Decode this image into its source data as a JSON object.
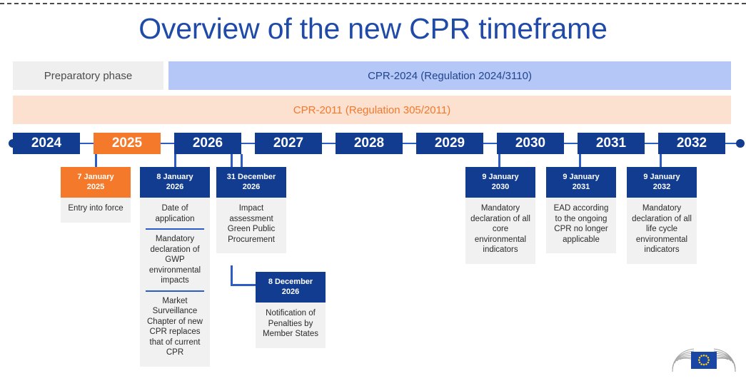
{
  "title": "Overview of the new CPR timeframe",
  "phases": [
    {
      "id": "prep",
      "label": "Preparatory phase"
    },
    {
      "id": "cpr2024",
      "label": "CPR-2024 (Regulation 2024/3110)"
    },
    {
      "id": "cpr2011",
      "label": "CPR-2011 (Regulation 305/2011)"
    }
  ],
  "years": [
    {
      "label": "2024",
      "accent": false
    },
    {
      "label": "2025",
      "accent": true
    },
    {
      "label": "2026",
      "accent": false
    },
    {
      "label": "2027",
      "accent": false
    },
    {
      "label": "2028",
      "accent": false
    },
    {
      "label": "2029",
      "accent": false
    },
    {
      "label": "2030",
      "accent": false
    },
    {
      "label": "2031",
      "accent": false
    },
    {
      "label": "2032",
      "accent": false
    }
  ],
  "events": [
    {
      "id": "entry-into-force",
      "date_line1": "7 January",
      "date_line2": "2025",
      "accent": true,
      "segments": [
        "Entry into force"
      ]
    },
    {
      "id": "date-of-application",
      "date_line1": "8 January",
      "date_line2": "2026",
      "accent": false,
      "segments": [
        "Date of application",
        "Mandatory declaration of GWP environmental impacts",
        "Market Surveillance Chapter of new CPR replaces that of current CPR"
      ]
    },
    {
      "id": "impact-assessment-gpp",
      "date_line1": "31 December",
      "date_line2": "2026",
      "accent": false,
      "segments": [
        "Impact assessment Green Public Procurement"
      ]
    },
    {
      "id": "notification-of-penalties",
      "date_line1": "8 December",
      "date_line2": "2026",
      "accent": false,
      "segments": [
        "Notification of Penalties by Member States"
      ]
    },
    {
      "id": "core-environmental-indicators",
      "date_line1": "9 January",
      "date_line2": "2030",
      "accent": false,
      "segments": [
        "Mandatory declaration of all core environmental indicators"
      ]
    },
    {
      "id": "ead-no-longer-applicable",
      "date_line1": "9 January",
      "date_line2": "2031",
      "accent": false,
      "segments": [
        "EAD according to the ongoing CPR no longer applicable"
      ]
    },
    {
      "id": "life-cycle-environmental-indicators",
      "date_line1": "9 January",
      "date_line2": "2032",
      "accent": false,
      "segments": [
        "Mandatory declaration of all life cycle environmental indicators"
      ]
    }
  ],
  "logo": {
    "name": "european-commission-logo",
    "flag_stars": 12
  },
  "colors": {
    "title_blue": "#1f4aa8",
    "deep_blue": "#123c8f",
    "line_blue": "#2c5cc5",
    "light_blue_bar": "#b4c7f7",
    "orange": "#f4792a",
    "light_orange_bar": "#fce0d0",
    "grey_bar": "#efefef",
    "card_body_grey": "#f1f1f1"
  }
}
